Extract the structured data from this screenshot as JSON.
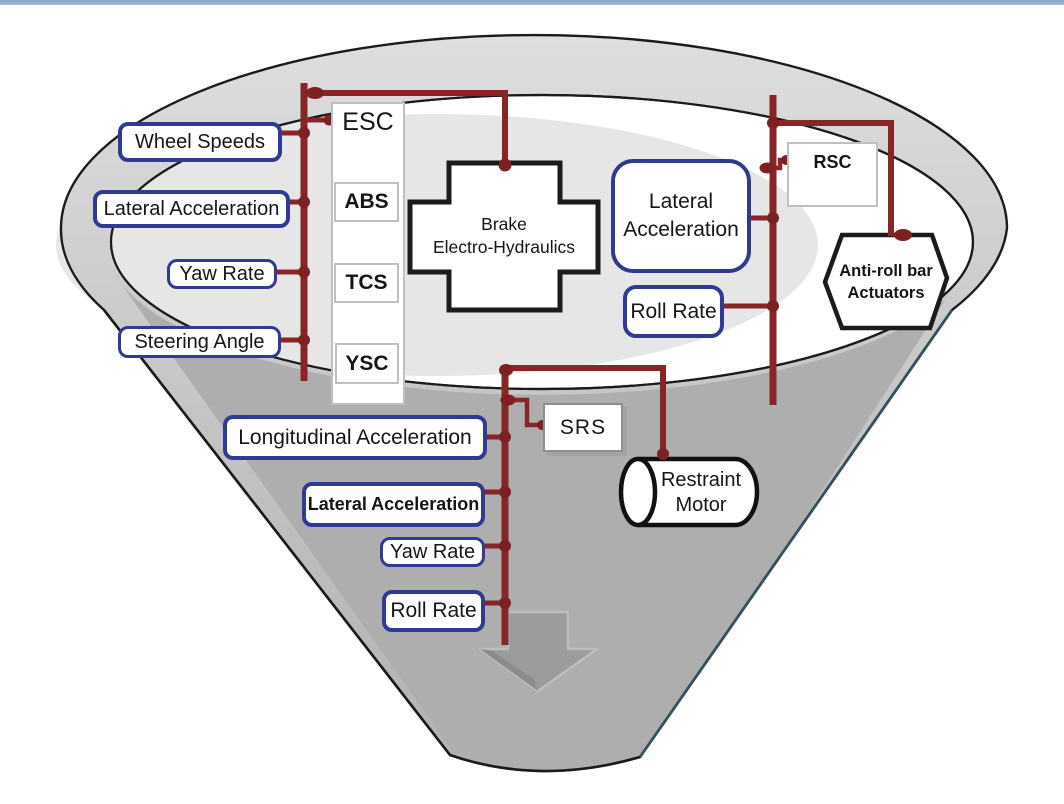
{
  "colors": {
    "bus_red": "#872527",
    "dot_red": "#7d2022",
    "sensor_border_blue": "#303a94",
    "module_border_gray": "#bfbfbf",
    "outline_black": "#1b1b1b",
    "funnel_rim_gray": "#c7c7c7",
    "cone_interior_gray": "#aeaeae",
    "inner_shadow_gray": "#e6e6e6",
    "arrow_gray": "#9c9c9c",
    "top_bar_blue": "#8ca9c9"
  },
  "sensor_bus_left": {
    "items": [
      "Wheel Speeds",
      "Lateral Acceleration",
      "Yaw Rate",
      "Steering Angle"
    ]
  },
  "esc_stack": {
    "title": "ESC",
    "modules": [
      "ABS",
      "TCS",
      "YSC"
    ]
  },
  "brake_unit": {
    "label": "Brake\nElectro-Hydraulics"
  },
  "roll_branch": {
    "lateral_acceleration": "Lateral\nAcceleration",
    "roll_rate": "Roll Rate",
    "rsc": "RSC",
    "anti_roll_actuators": "Anti-roll bar\nActuators"
  },
  "lower_branch": {
    "sensors": [
      "Longitudinal Acceleration",
      "Lateral Acceleration",
      "Yaw Rate",
      "Roll Rate"
    ],
    "srs": "SRS",
    "restraint_motor": "Restraint\nMotor"
  }
}
